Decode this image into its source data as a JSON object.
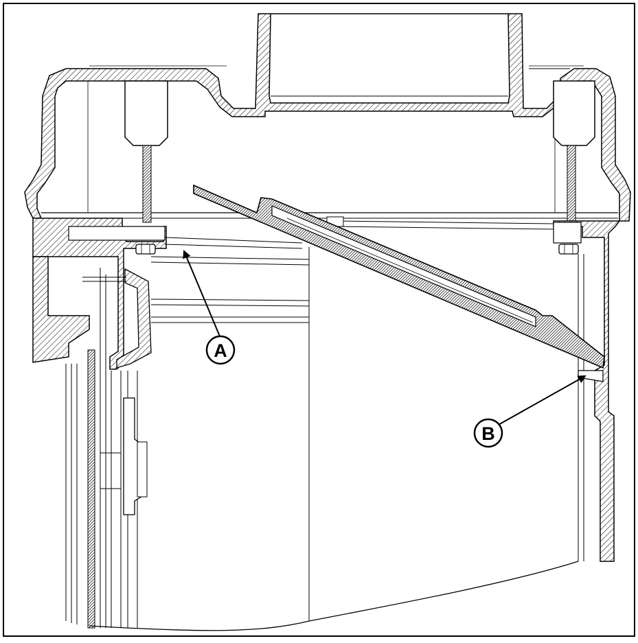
{
  "callouts": [
    {
      "id": "A",
      "label": "A"
    },
    {
      "id": "B",
      "label": "B"
    }
  ],
  "colors": {
    "line": "#000000",
    "background": "#ffffff",
    "hatch": "#000000"
  }
}
